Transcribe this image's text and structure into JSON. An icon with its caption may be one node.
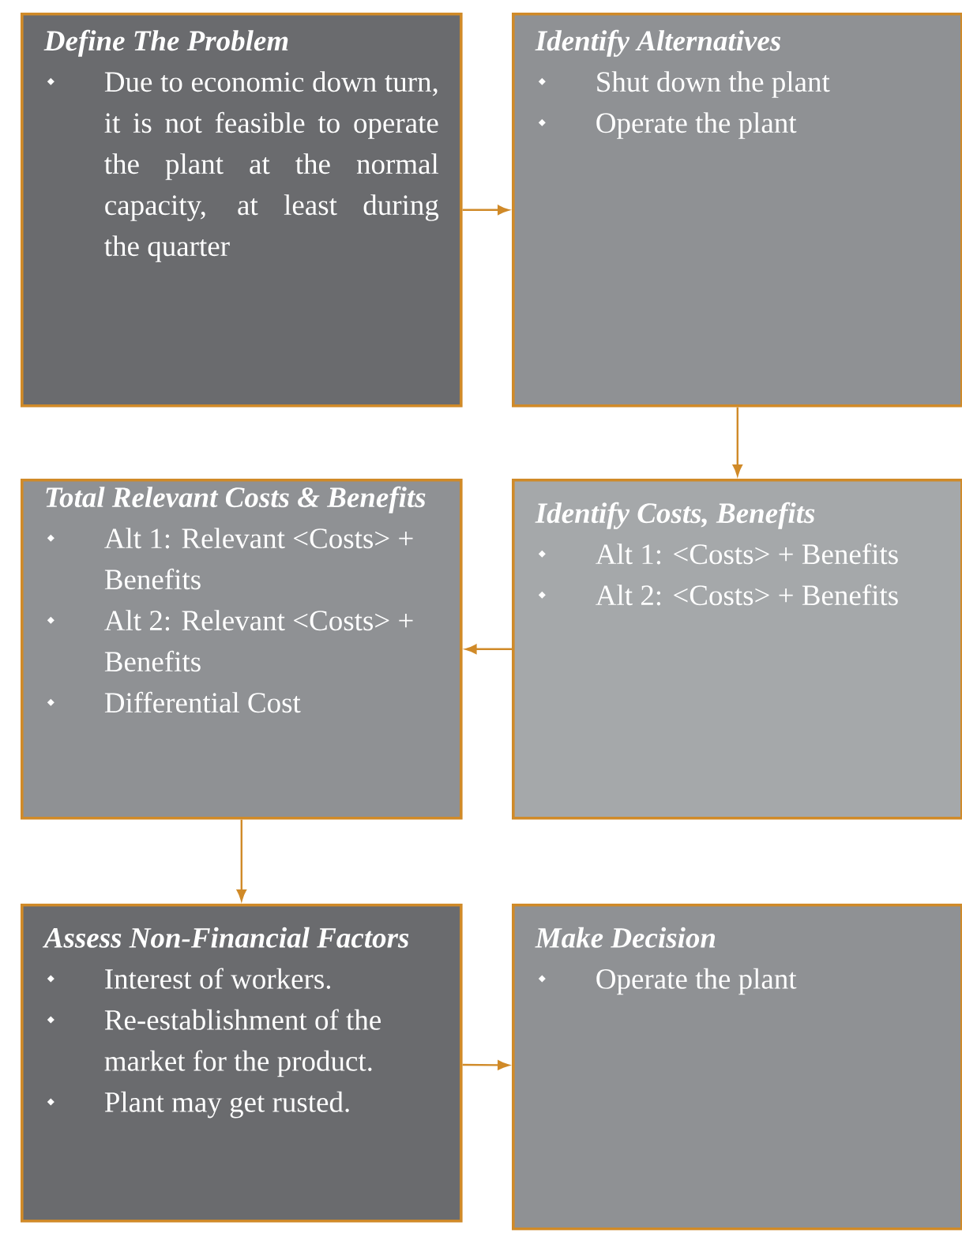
{
  "diagram": {
    "nodes": [
      {
        "text": [
          "Define The Problem",
          "Due to economic down turn, it is not feasible to operate the plant at the normal capacity, at least during the quarter"
        ]
      },
      {
        "text": [
          "Identify Alternatives",
          "Shut down the plant",
          "Operate the plant"
        ]
      },
      {
        "text": [
          "Total Relevant Costs & Benefits",
          "Alt 1: Relevant <Costs> + Benefits",
          "Alt 2: Relevant <Costs> + Benefits",
          "Differential Cost"
        ]
      },
      {
        "text": [
          "Identify Costs, Benefits",
          "Alt 1: <Costs> + Benefits",
          "Alt 2: <Costs> + Benefits"
        ]
      },
      {
        "text": [
          "Assess Non-Financial Factors",
          "Interest of workers.",
          "Re-establishment of the market for the product.",
          "Plant may get rusted."
        ]
      },
      {
        "text": [
          "Make Decision",
          "Operate the plant"
        ]
      }
    ],
    "edges": [
      {
        "from": 0,
        "to": 1,
        "arrow": "to"
      },
      {
        "from": 1,
        "to": 3,
        "arrow": "to"
      },
      {
        "from": 3,
        "to": 2,
        "arrow": "to"
      },
      {
        "from": 2,
        "to": 4,
        "arrow": "to"
      },
      {
        "from": 4,
        "to": 5,
        "arrow": "to"
      }
    ]
  }
}
